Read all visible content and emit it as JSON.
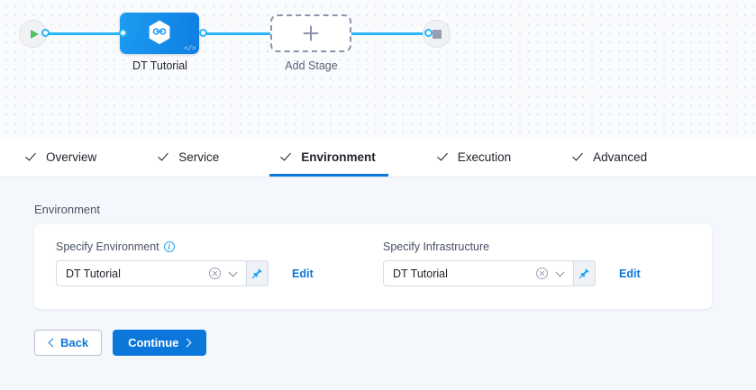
{
  "pipeline": {
    "start_node": {
      "name": "start-node",
      "icon": "play-icon"
    },
    "stage": {
      "label": "DT Tutorial",
      "icon": "harness-hexagon-icon",
      "badge": "</>"
    },
    "add_stage": {
      "label": "Add Stage",
      "icon": "plus-icon"
    },
    "end_node": {
      "name": "end-node",
      "icon": "stop-square-icon"
    },
    "connector_color": "#29b5f6"
  },
  "tabs": [
    {
      "label": "Overview",
      "active": false,
      "checked": true
    },
    {
      "label": "Service",
      "active": false,
      "checked": true
    },
    {
      "label": "Environment",
      "active": true,
      "checked": true
    },
    {
      "label": "Execution",
      "active": false,
      "checked": true
    },
    {
      "label": "Advanced",
      "active": false,
      "checked": true
    }
  ],
  "content": {
    "section_title": "Environment",
    "fields": [
      {
        "label": "Specify Environment",
        "has_info_icon": true,
        "value": "DT Tutorial",
        "clear_icon": "clear-circle-icon",
        "dropdown_icon": "chevron-down-icon",
        "pin_icon": "pin-icon",
        "edit_label": "Edit"
      },
      {
        "label": "Specify Infrastructure",
        "has_info_icon": false,
        "value": "DT Tutorial",
        "clear_icon": "clear-circle-icon",
        "dropdown_icon": "chevron-down-icon",
        "pin_icon": "pin-icon",
        "edit_label": "Edit"
      }
    ],
    "buttons": {
      "back": "Back",
      "continue": "Continue"
    }
  },
  "colors": {
    "accent_blue": "#0c77da",
    "connector_blue": "#29b5f6",
    "canvas_bg": "#fafbfd",
    "content_bg": "#f4f7fb"
  }
}
